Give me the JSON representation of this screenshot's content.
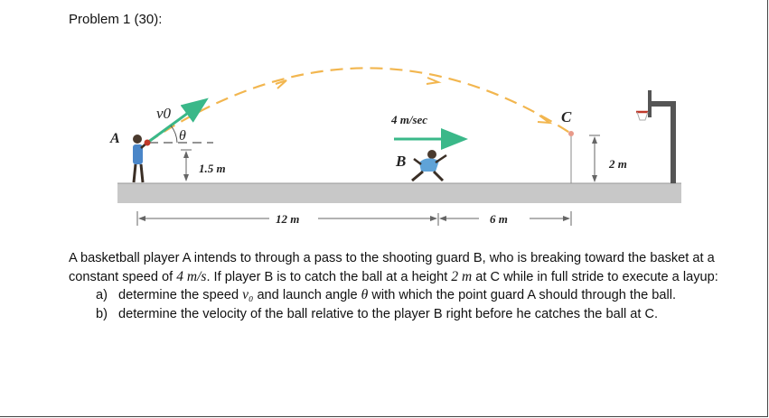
{
  "problem": {
    "title": "Problem 1 (30):"
  },
  "figure": {
    "label_A": "A",
    "label_B": "B",
    "label_C": "C",
    "label_v0": "v0",
    "label_theta": "θ",
    "speed_label": "4 m/sec",
    "height_A": "1.5 m",
    "height_C": "2 m",
    "dist_1": "12 m",
    "dist_2": "6 m",
    "colors": {
      "trajectory": "#f2b64f",
      "velocity": "#3ab889",
      "ground": "#c8c8c8",
      "player": "#4a86c8"
    }
  },
  "statement": {
    "p1": "A basketball player A intends to through a pass to the shooting guard B, who is breaking toward the basket at a constant speed of ",
    "speed": "4 m/s",
    "p2": ". If player B is to catch the ball at a height ",
    "height": "2 m",
    "p3": " at C while in full stride to execute a layup:"
  },
  "parts": [
    {
      "label": "a)",
      "t1": "determine the speed ",
      "v": "v₀",
      "t2": " and launch angle ",
      "th": "θ",
      "t3": " with which the point guard A should through the ball."
    },
    {
      "label": "b)",
      "t1": "determine the velocity of the ball relative to the player B right before he catches the ball at C."
    }
  ]
}
